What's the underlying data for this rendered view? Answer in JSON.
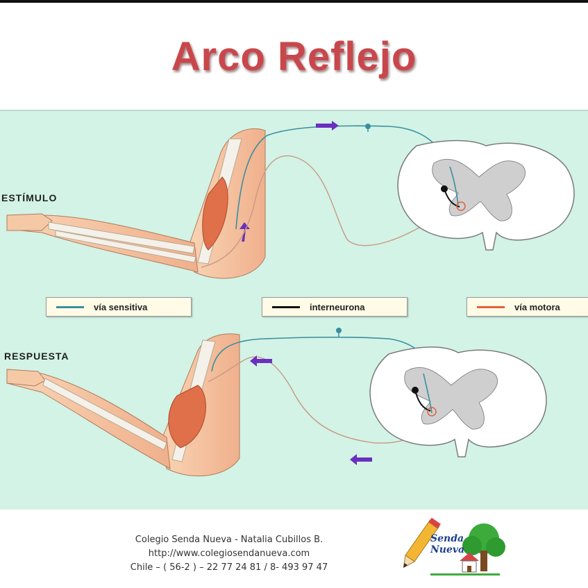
{
  "title": "Arco Reflejo",
  "labels": {
    "stimulus": "ESTÍMULO",
    "response": "RESPUESTA"
  },
  "legend": [
    {
      "label": "vía sensitiva",
      "color": "#3a8e9e"
    },
    {
      "label": "interneurona",
      "color": "#111111"
    },
    {
      "label": "vía motora",
      "color": "#e0603a"
    }
  ],
  "footer": {
    "line1": "Colegio Senda Nueva -  Natalia Cubillos B.",
    "line2": "http://www.colegiosendanueva.com",
    "line3": "Chile – ( 56-2 ) – 22 77 24 81 / 8- 493 97 47"
  },
  "logo": {
    "line1": "Senda",
    "line2": "Nueva"
  },
  "colors": {
    "background": "#d2f3e6",
    "title": "#c8474c",
    "sensory": "#3a8e9e",
    "motor": "#e0603a",
    "arrow": "#6a2fbf",
    "muscle": "#e0704a",
    "skin": "#f6c9a6"
  }
}
